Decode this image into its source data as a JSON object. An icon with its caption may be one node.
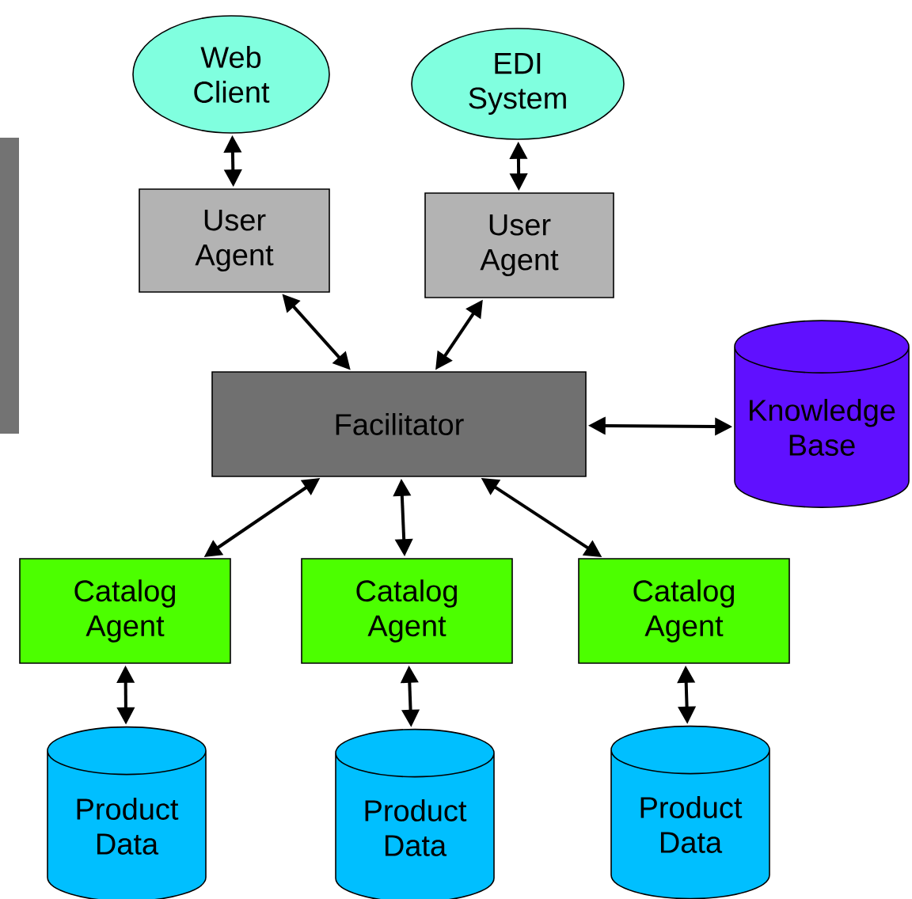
{
  "diagram": {
    "nodes": [
      {
        "text": [
          "Web Client"
        ]
      },
      {
        "text": [
          "EDI System"
        ]
      },
      {
        "text": [
          "User Agent"
        ]
      },
      {
        "text": [
          "User Agent"
        ]
      },
      {
        "text": [
          "Facilitator"
        ]
      },
      {
        "text": [
          "Knowledge Base"
        ]
      },
      {
        "text": [
          "Catalog Agent"
        ]
      },
      {
        "text": [
          "Catalog Agent"
        ]
      },
      {
        "text": [
          "Catalog Agent"
        ]
      },
      {
        "text": [
          "Product Data"
        ]
      },
      {
        "text": [
          "Product Data"
        ]
      },
      {
        "text": [
          "Product Data"
        ]
      }
    ],
    "edges": [
      {
        "from": 0,
        "to": 2,
        "arrow": "both"
      },
      {
        "from": 1,
        "to": 3,
        "arrow": "both"
      },
      {
        "from": 2,
        "to": 4,
        "arrow": "both"
      },
      {
        "from": 3,
        "to": 4,
        "arrow": "both"
      },
      {
        "from": 4,
        "to": 5,
        "arrow": "both"
      },
      {
        "from": 4,
        "to": 6,
        "arrow": "both"
      },
      {
        "from": 4,
        "to": 7,
        "arrow": "both"
      },
      {
        "from": 4,
        "to": 8,
        "arrow": "both"
      },
      {
        "from": 6,
        "to": 9,
        "arrow": "both"
      },
      {
        "from": 7,
        "to": 10,
        "arrow": "both"
      },
      {
        "from": 8,
        "to": 11,
        "arrow": "both"
      }
    ]
  }
}
